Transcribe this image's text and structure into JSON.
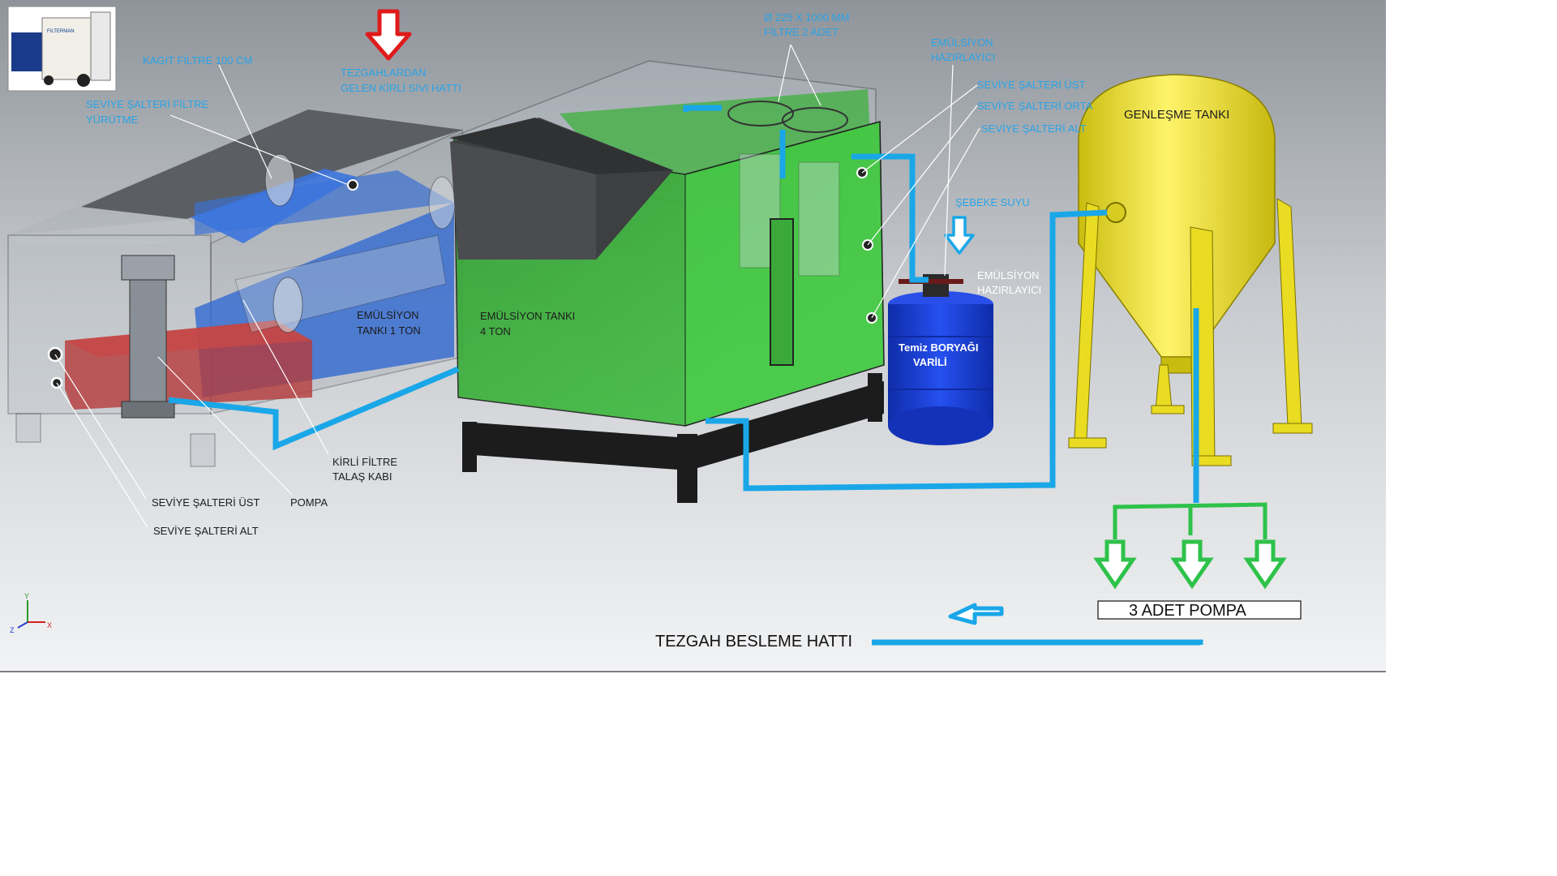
{
  "labels": {
    "kagit_filtre": "KAGIT FİLTRE 100 CM",
    "seviye_filtre_line1": "SEVİYE ŞALTERİ FİLTRE",
    "seviye_filtre_line2": "YÜRÜTME",
    "tezgah_line1": "TEZGAHLARDAN",
    "tezgah_line2": "GELEN KİRLİ SIVI HATTI",
    "filtre_line1": "Ø 225 X 1000 MM",
    "filtre_line2": "FİLTRE 2 ADET",
    "emul_haz_top_line1": "EMÜLSİYON",
    "emul_haz_top_line2": "HAZIRLAYICI",
    "seviye_ust_right": "SEVİYE ŞALTERİ ÜST",
    "seviye_orta_right": "SEVİYE ŞALTERİ ORTA",
    "seviye_alt_right": "SEVİYE ŞALTERİ ALT",
    "sebeke_suyu": "ŞEBEKE SUYU",
    "emul_haz_mid_line1": "EMÜLSİYON",
    "emul_haz_mid_line2": "HAZIRLAYICI",
    "genlesme_tanki": "GENLEŞME TANKI",
    "emul_tank1_line1": "EMÜLSİYON",
    "emul_tank1_line2": "TANKI 1 TON",
    "emul_tank4_line1": "EMÜLSİYON TANKI",
    "emul_tank4_line2": "4 TON",
    "temiz_line1": "Temiz BORYAĞI",
    "temiz_line2": "VARİLİ",
    "kirli_filtre_line1": "KİRLİ FİLTRE",
    "kirli_filtre_line2": "TALAŞ KABI",
    "seviye_ust_left": "SEVİYE ŞALTERİ ÜST",
    "pompa": "POMPA",
    "seviye_alt_left": "SEVİYE ŞALTERİ ALT",
    "uc_adet_pompa": "3 ADET POMPA",
    "tezgah_besleme": "TEZGAH BESLEME HATTI"
  },
  "axes": {
    "y": "Y",
    "z": "Z",
    "x": "X"
  },
  "thumbnail": {
    "logo_text": "FILTERMAN"
  },
  "colors": {
    "green_tank": "#38b83a",
    "blue_tank": "#3a6fd0",
    "red_tray": "#b53a3a",
    "yellow_tank": "#f0e430",
    "drum_blue": "#1a3fd8",
    "pipe_blue": "#1aa7e8",
    "arrow_green": "#2ec24a",
    "arrow_red": "#e01b1b"
  }
}
